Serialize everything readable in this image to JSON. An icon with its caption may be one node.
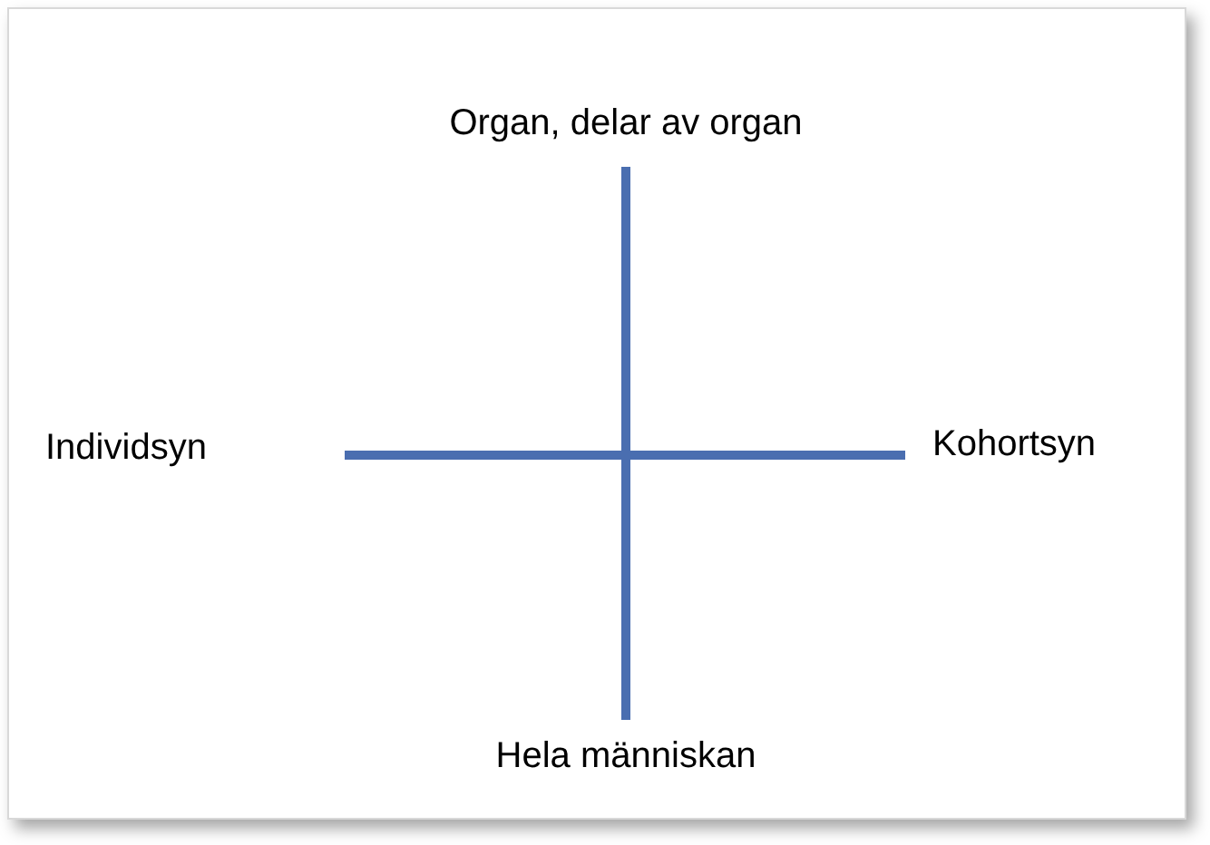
{
  "diagram": {
    "labels": [
      "Organ, delar av organ",
      "Individsyn",
      "Kohortsyn",
      "Hela människan"
    ]
  }
}
